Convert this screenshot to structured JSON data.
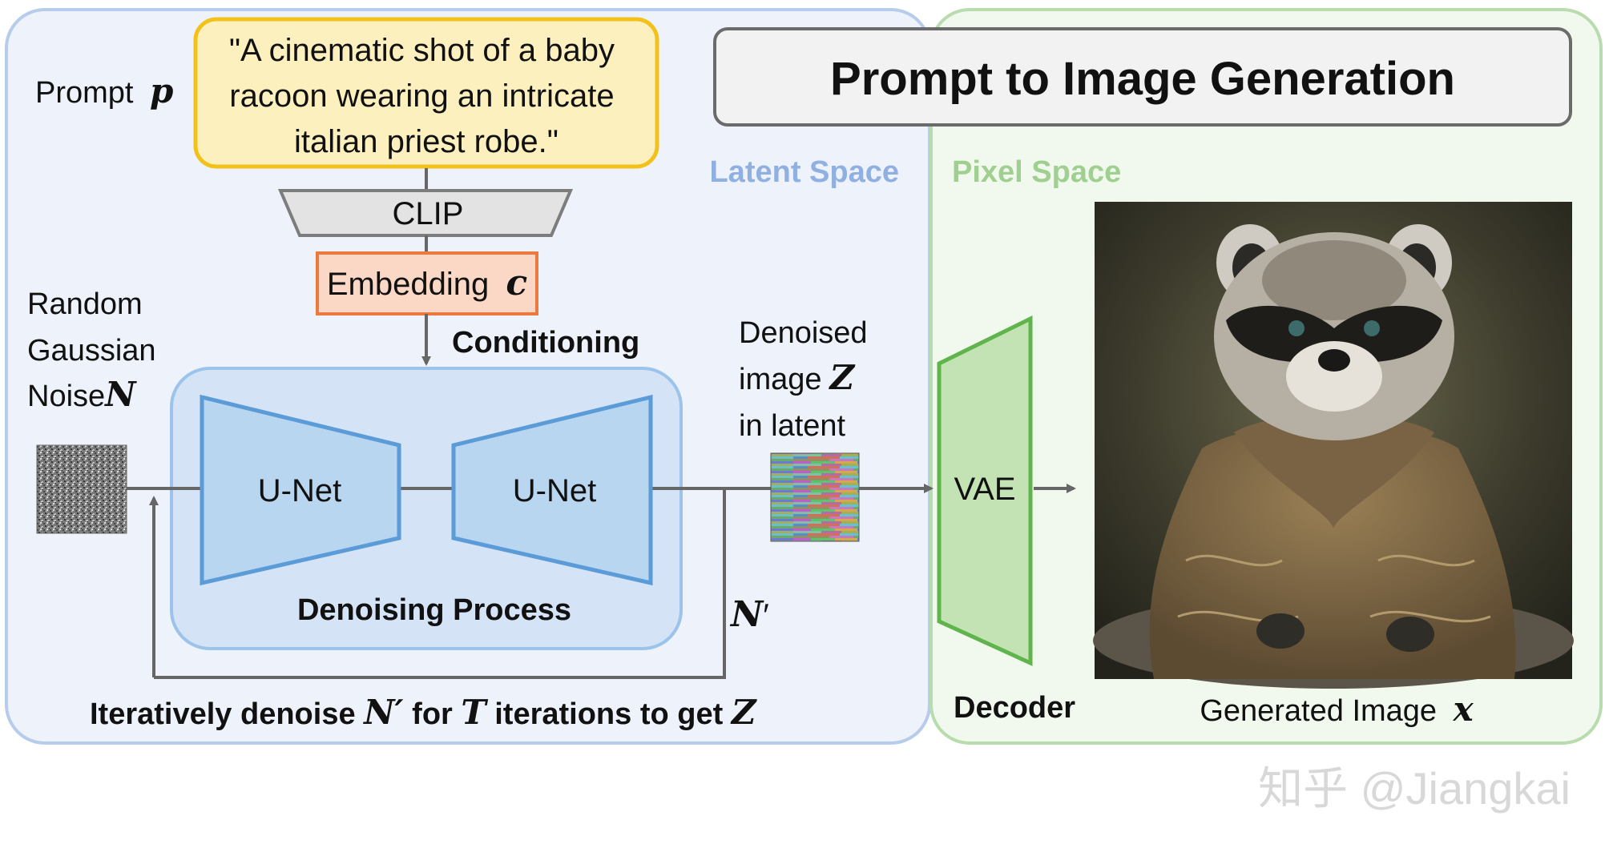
{
  "title": "Prompt to Image Generation",
  "regions": {
    "latent_label": "Latent Space",
    "pixel_label": "Pixel Space"
  },
  "prompt": {
    "label": "Prompt",
    "symbol": "p",
    "text_lines": [
      "\"A cinematic shot of a baby",
      "racoon wearing an intricate",
      "italian priest robe.\""
    ]
  },
  "clip": {
    "label": "CLIP"
  },
  "embedding": {
    "label": "Embedding",
    "symbol": "c"
  },
  "conditioning": {
    "label": "Conditioning"
  },
  "noise": {
    "lines": [
      "Random",
      "Gaussian",
      "Noise"
    ],
    "symbol": "N"
  },
  "unet": {
    "left_label": "U-Net",
    "right_label": "U-Net"
  },
  "denoising": {
    "label": "Denoising Process"
  },
  "denoised": {
    "lines": [
      "Denoised",
      "image",
      "in latent"
    ],
    "symbol": "Z"
  },
  "n_prime": {
    "symbol": "N",
    "prime": "′"
  },
  "iterate": {
    "part1": "Iteratively denoise ",
    "sym1": "N′",
    "part2": " for ",
    "sym2": "T",
    "part3": " iterations to get ",
    "sym3": "Z"
  },
  "vae": {
    "label": "VAE"
  },
  "decoder": {
    "label": "Decoder"
  },
  "generated": {
    "label": "Generated Image",
    "symbol": "x"
  },
  "watermark": "知乎 @Jiangkai",
  "colors": {
    "latent_bg": "#eef3fb",
    "latent_border": "#b7cceb",
    "latent_text": "#8fb0e0",
    "pixel_bg": "#f1f8ee",
    "pixel_border": "#b8dcae",
    "pixel_text": "#9fd08f",
    "prompt_fill": "#fdf0bf",
    "prompt_border": "#f3c21a",
    "embed_fill": "#fbd8c6",
    "embed_border": "#ec7a3e",
    "unet_fill": "#b8d6f0",
    "unet_stroke": "#5a9bd8",
    "denoise_fill": "#d4e3f5",
    "denoise_border": "#9cc3ea",
    "vae_fill": "#c3e3b5",
    "vae_stroke": "#5fb44c"
  }
}
